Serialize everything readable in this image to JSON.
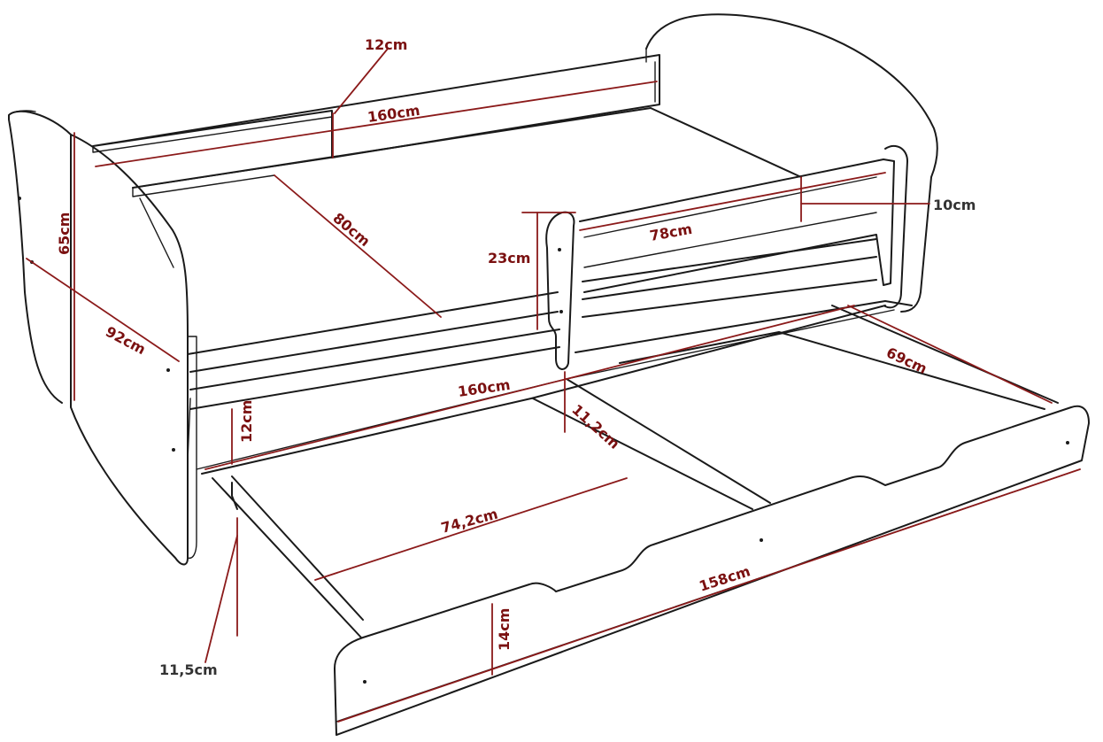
{
  "colors": {
    "outline": "#1a1a1a",
    "dimension_line": "#8b1a1a",
    "dimension_text": "#7a1010",
    "callout_text": "#333333",
    "background": "#ffffff"
  },
  "dimensions": {
    "backrest_height": "12cm",
    "backrest_length": "160cm",
    "headboard_height": "65cm",
    "headboard_width": "92cm",
    "mattress_width": "80cm",
    "guard_rail_height": "23cm",
    "guard_rail_length": "78cm",
    "guard_rail_board": "10cm",
    "bed_length": "160cm",
    "drawer_depth": "69cm",
    "frame_height": "12cm",
    "divider_height": "11,2cm",
    "drawer_compartment": "74,2cm",
    "drawer_length": "158cm",
    "drawer_height": "14cm",
    "drawer_clearance": "11,5cm"
  }
}
